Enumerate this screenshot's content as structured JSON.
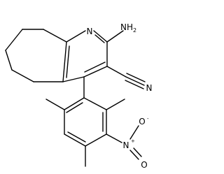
{
  "structure": {
    "atoms": {
      "ring_n": "N",
      "amino": "NH",
      "amino_h_count": "2",
      "nitrile_n": "N",
      "nitro_n": "N",
      "nitro_n_charge": "+",
      "nitro_o_top": "O",
      "nitro_o_top_charge": "-",
      "nitro_o_side": "O"
    },
    "colors": {
      "bond": "#000000",
      "label": "#000000"
    }
  }
}
